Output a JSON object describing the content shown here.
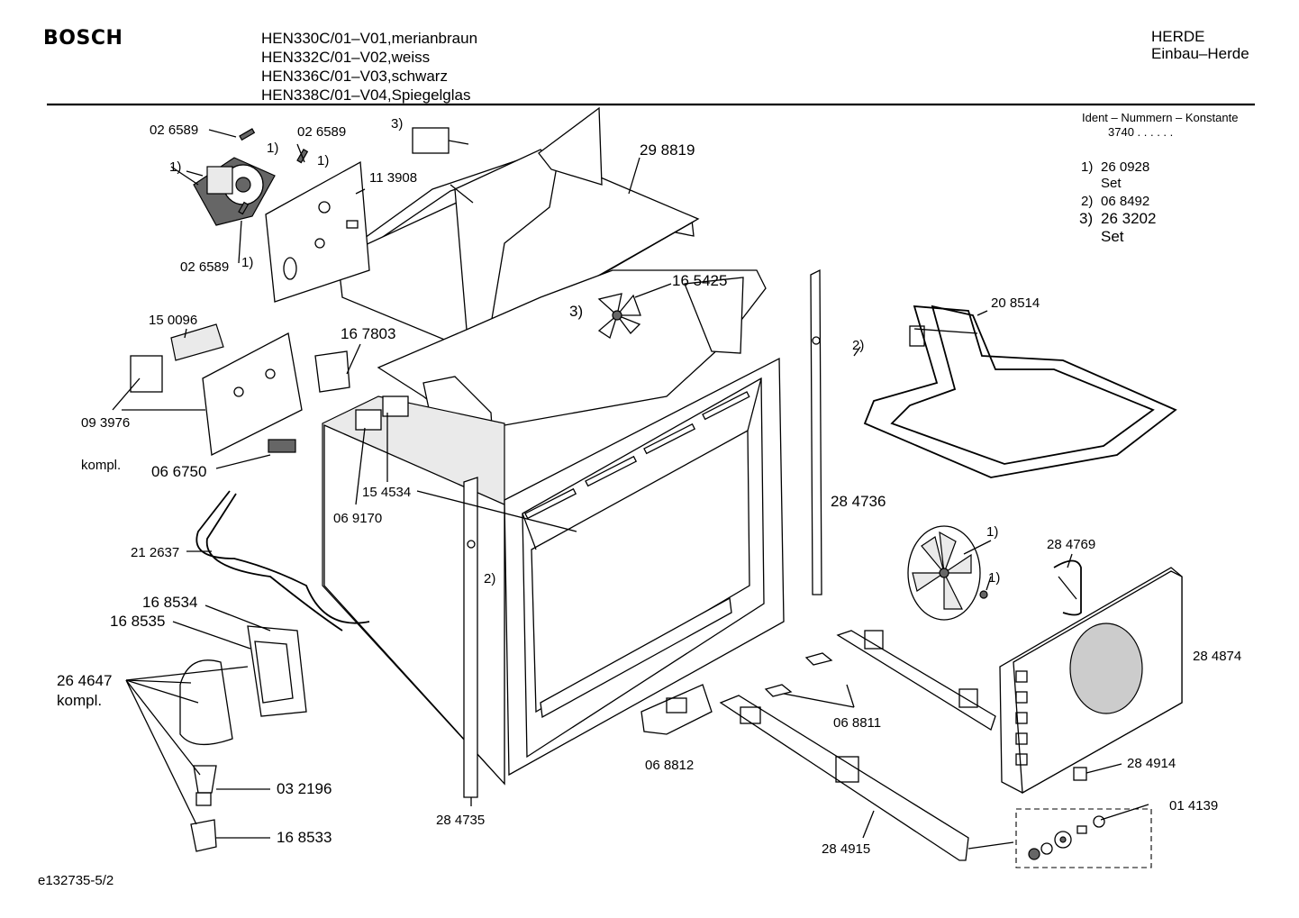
{
  "header": {
    "brand": "BOSCH",
    "models": [
      "HEN330C/01–V01,merianbraun",
      "HEN332C/01–V02,weiss",
      "HEN336C/01–V03,schwarz",
      "HEN338C/01–V04,Spiegelglas"
    ],
    "category": "HERDE",
    "subcategory": "Einbau–Herde"
  },
  "ident": {
    "title": "Ident – Nummern – Konstante",
    "value": "3740  .  .  .  .  .  .",
    "notes": [
      {
        "label": "1)",
        "number": "26 0928",
        "extra": "Set"
      },
      {
        "label": "2)",
        "number": "06 8492",
        "extra": ""
      },
      {
        "label": "3)",
        "number": "26 3202",
        "extra": "Set"
      }
    ]
  },
  "parts": [
    {
      "id": "p1",
      "text": "02 6589"
    },
    {
      "id": "p2",
      "text": "1)"
    },
    {
      "id": "p3",
      "text": "02 6589"
    },
    {
      "id": "p4",
      "text": "1)"
    },
    {
      "id": "p5",
      "text": "1)"
    },
    {
      "id": "p6",
      "text": "11 3908"
    },
    {
      "id": "p7",
      "text": "02 6589"
    },
    {
      "id": "p8",
      "text": "1)"
    },
    {
      "id": "p9",
      "text": "3)"
    },
    {
      "id": "p10",
      "text": "29 8819"
    },
    {
      "id": "p11",
      "text": "16 5425"
    },
    {
      "id": "p12",
      "text": "3)"
    },
    {
      "id": "p13",
      "text": "15 0096"
    },
    {
      "id": "p14",
      "text": "16 7803"
    },
    {
      "id": "p15",
      "text": "09 3976"
    },
    {
      "id": "p16",
      "text": "kompl."
    },
    {
      "id": "p17",
      "text": "06 6750"
    },
    {
      "id": "p18",
      "text": "15 4534"
    },
    {
      "id": "p19",
      "text": "06 9170"
    },
    {
      "id": "p20",
      "text": "21 2637"
    },
    {
      "id": "p21",
      "text": "2)"
    },
    {
      "id": "p22",
      "text": "16 8534"
    },
    {
      "id": "p23",
      "text": "16 8535"
    },
    {
      "id": "p24",
      "text": "26 4647"
    },
    {
      "id": "p25",
      "text": "kompl."
    },
    {
      "id": "p26",
      "text": "03 2196"
    },
    {
      "id": "p27",
      "text": "16 8533"
    },
    {
      "id": "p28",
      "text": "28 4735"
    },
    {
      "id": "p29",
      "text": "28 4736"
    },
    {
      "id": "p30",
      "text": "2)"
    },
    {
      "id": "p31",
      "text": "20 8514"
    },
    {
      "id": "p32",
      "text": "1)"
    },
    {
      "id": "p33",
      "text": "28 4769"
    },
    {
      "id": "p34",
      "text": "1)"
    },
    {
      "id": "p35",
      "text": "28 4874"
    },
    {
      "id": "p36",
      "text": "06 8811"
    },
    {
      "id": "p37",
      "text": "06 8812"
    },
    {
      "id": "p38",
      "text": "28 4914"
    },
    {
      "id": "p39",
      "text": "01 4139"
    },
    {
      "id": "p40",
      "text": "28 4915"
    }
  ],
  "footer": {
    "drawing_id": "e132735-5/2"
  }
}
